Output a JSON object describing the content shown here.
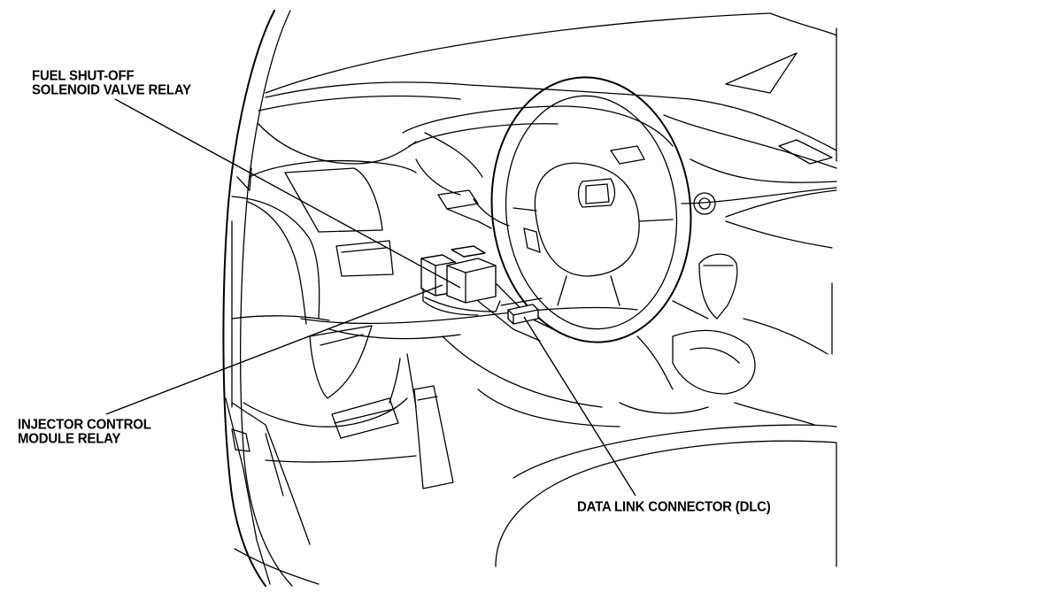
{
  "callouts": {
    "fuel_shutoff_relay": {
      "line1": "FUEL SHUT-OFF",
      "line2": "SOLENOID VALVE RELAY"
    },
    "injector_control_module_relay": {
      "line1": "INJECTOR CONTROL",
      "line2": "MODULE RELAY"
    },
    "data_link_connector": {
      "line1": "DATA LINK CONNECTOR (DLC)"
    }
  }
}
